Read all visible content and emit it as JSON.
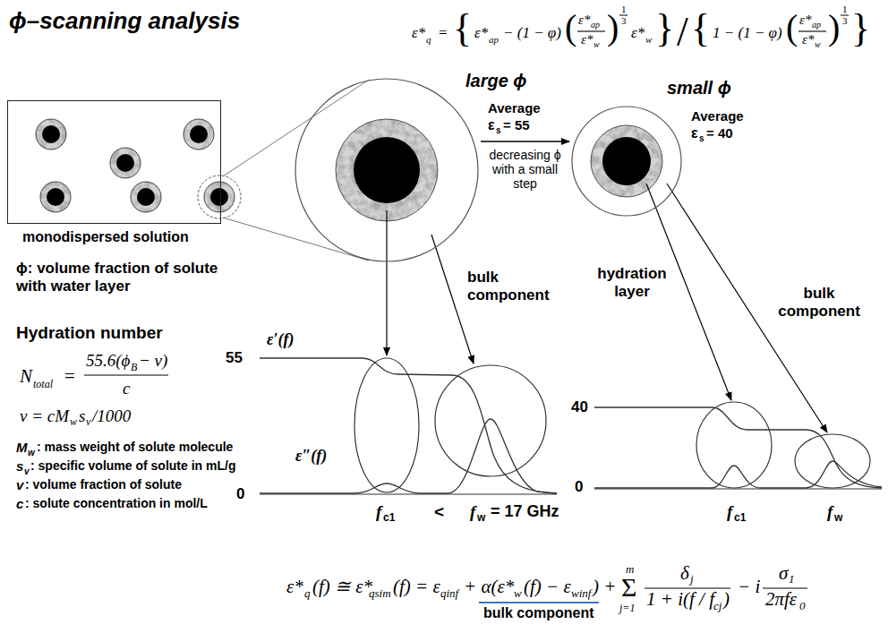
{
  "diagram": {
    "title": "ϕ–scanning analysis",
    "nodes": [
      {
        "text": [
          "monodispersed solution"
        ]
      },
      {
        "text": [
          "large ϕ"
        ]
      },
      {
        "text": [
          "small ϕ"
        ]
      }
    ],
    "edges": [
      {
        "from": 1,
        "to": 2,
        "arrow": "to",
        "label": "decreasing ϕ with a small step"
      }
    ],
    "labels": [
      "ε*",
      "q",
      "=",
      "{",
      "ε*",
      "ap",
      "− (1 − φ)",
      "(",
      "ε*",
      "ap",
      "ε*",
      "w",
      ")",
      "1",
      "3",
      "ε*",
      "w",
      "}",
      "/",
      "{",
      "1 − (1 − φ)",
      "(",
      "ε*",
      "ap",
      "ε*",
      "w",
      ")",
      "1",
      "3",
      "}",
      "ϕ: volume fraction of solute with water layer",
      "Hydration number",
      "N",
      "total",
      "=",
      "55.6(ϕ",
      "B",
      "− v)",
      "c",
      "v = cM",
      "w",
      "s",
      "v",
      "/1000",
      "M",
      "w",
      ": mass weight of solute molecule",
      "s",
      "v",
      ": specific volume of solute in mL/g",
      "v",
      ": volume fraction of solute",
      "c",
      ": solute concentration in mol/L",
      "Average",
      "ε",
      "s",
      "= 55",
      "Average",
      "ε",
      "s",
      "= 40",
      "bulk component",
      "hydration layer",
      "bulk component",
      "55",
      "ε′(f)",
      "ε″(f)",
      "0",
      "f",
      "c1",
      "<",
      "f",
      "w",
      "= 17 GHz",
      "40",
      "0",
      "f",
      "c1",
      "f",
      "w",
      "ε*",
      "q",
      "(f) ≅ ε*",
      "qsim",
      "(f) = ε",
      "qinf",
      "+ α(ε*",
      "w",
      "(f) − ε",
      "winf",
      ") +",
      "m",
      "Σ",
      "j=1",
      "δ",
      "j",
      "1 + i(f / f",
      "cj",
      ")",
      "− i",
      "σ",
      "1",
      "2πfε",
      "0",
      "bulk component"
    ]
  }
}
